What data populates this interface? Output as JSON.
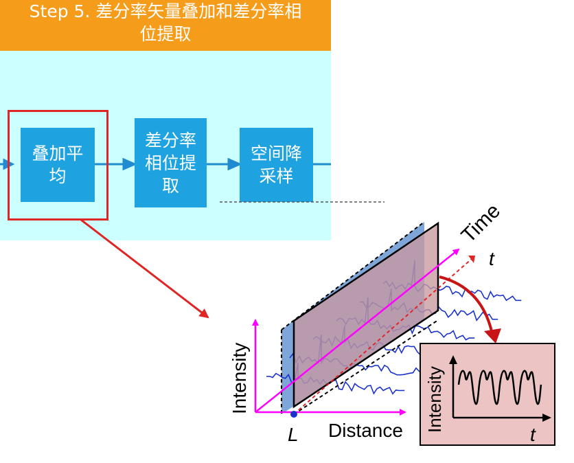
{
  "header": {
    "line1": "Step 5. 差分率矢量叠加和差分率相",
    "line2": "位提取"
  },
  "steps": [
    {
      "line1": "叠加平",
      "line2": "均"
    },
    {
      "line1": "差分率",
      "line2": "相位提",
      "line3": "取"
    },
    {
      "line1": "空间降",
      "line2": "采样"
    }
  ],
  "diagram": {
    "time_label": "Time",
    "t_label": "t",
    "intensity_label": "Intensity",
    "distance_label": "Distance",
    "l_label": "L"
  },
  "inset": {
    "ylabel": "Intensity",
    "xlabel": "t"
  },
  "colors": {
    "header": "#f59c1a",
    "panel": "#ccffff",
    "box": "#1ea3e0",
    "highlight": "#e02525",
    "axis": "#ff00ff",
    "trace": "#1a33cc",
    "plane_blue": "#7fa6d9",
    "plane_pink": "#c89aa0",
    "inset_bg": "#ecc4c4",
    "arrow": "#c81414"
  }
}
